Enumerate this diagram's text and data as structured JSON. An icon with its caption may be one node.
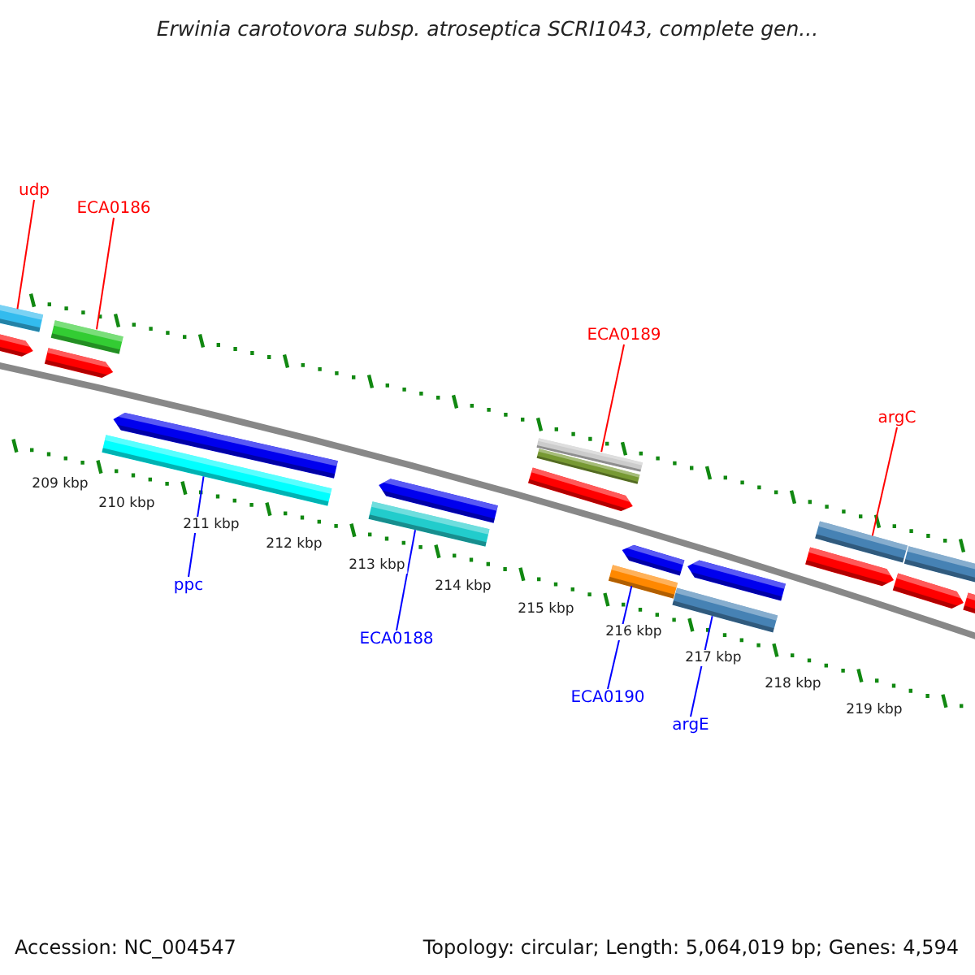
{
  "diagram": {
    "title": "Erwinia carotovora subsp. atroseptica SCRI1043, complete gen...",
    "nodes": [
      {
        "text": [
          "udp"
        ]
      },
      {
        "text": [
          "ECA0186"
        ]
      },
      {
        "text": [
          "ECA0189"
        ]
      },
      {
        "text": [
          "argC"
        ]
      },
      {
        "text": [
          "ppc"
        ]
      },
      {
        "text": [
          "ECA0188"
        ]
      },
      {
        "text": [
          "ECA0190"
        ]
      },
      {
        "text": [
          "argE"
        ]
      },
      {
        "text": [],
        "shape": "bar"
      },
      {
        "text": [],
        "shape": "arrow"
      },
      {
        "text": [],
        "shape": "bar"
      },
      {
        "text": [],
        "shape": "arrow"
      },
      {
        "text": [],
        "shape": "arrow"
      },
      {
        "text": [],
        "shape": "bar"
      },
      {
        "text": [],
        "shape": "arrow"
      },
      {
        "text": [],
        "shape": "bar"
      },
      {
        "text": [],
        "shape": "bar"
      },
      {
        "text": [],
        "shape": "bar"
      },
      {
        "text": [],
        "shape": "arrow"
      },
      {
        "text": [],
        "shape": "arrow"
      },
      {
        "text": [],
        "shape": "bar"
      },
      {
        "text": [],
        "shape": "arrow"
      },
      {
        "text": [],
        "shape": "bar"
      },
      {
        "text": [],
        "shape": "bar"
      },
      {
        "text": [],
        "shape": "arrow"
      },
      {
        "text": [],
        "shape": "bar"
      },
      {
        "text": [],
        "shape": "arrow"
      },
      {
        "text": [],
        "shape": "bar"
      }
    ],
    "edges": [
      {
        "from": 0,
        "to": 8,
        "arrow": "none",
        "color": "#ff0000"
      },
      {
        "from": 1,
        "to": 10,
        "arrow": "none",
        "color": "#ff0000"
      },
      {
        "from": 2,
        "to": 16,
        "arrow": "none",
        "color": "#ff0000"
      },
      {
        "from": 3,
        "to": 23,
        "arrow": "none",
        "color": "#ff0000"
      },
      {
        "from": 4,
        "to": 13,
        "arrow": "none",
        "color": "#0000ff"
      },
      {
        "from": 5,
        "to": 15,
        "arrow": "none",
        "color": "#0000ff"
      },
      {
        "from": 6,
        "to": 20,
        "arrow": "none",
        "color": "#0000ff"
      },
      {
        "from": 7,
        "to": 22,
        "arrow": "none",
        "color": "#0000ff"
      }
    ],
    "labels": [
      "209 kbp",
      "210 kbp",
      "211 kbp",
      "212 kbp",
      "213 kbp",
      "214 kbp",
      "215 kbp",
      "216 kbp",
      "217 kbp",
      "218 kbp",
      "219 kbp",
      "Accession: NC_004547",
      "Topology: circular; Length: 5,064,019 bp; Genes: 4,594"
    ]
  }
}
